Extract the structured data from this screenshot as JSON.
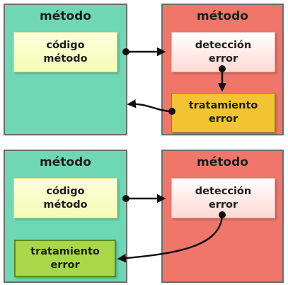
{
  "top_row": {
    "left_method": {
      "title": "método",
      "code_box": "código\nmétodo"
    },
    "right_method": {
      "title": "método",
      "detection_box": "detección\nerror",
      "handling_box": "tratamiento\nerror"
    }
  },
  "bottom_row": {
    "left_method": {
      "title": "método",
      "code_box": "código\nmétodo",
      "handling_box": "tratamiento\nerror"
    },
    "right_method": {
      "title": "método",
      "detection_box": "detección\nerror"
    }
  },
  "colors": {
    "method_green": "#6ed8b5",
    "method_red": "#f0766a",
    "code_box": "#f5fbb5",
    "detection_box": "#ffd9d4",
    "handling_orange": "#f2c433",
    "handling_lime": "#a8d84a",
    "arrow": "#111111"
  }
}
